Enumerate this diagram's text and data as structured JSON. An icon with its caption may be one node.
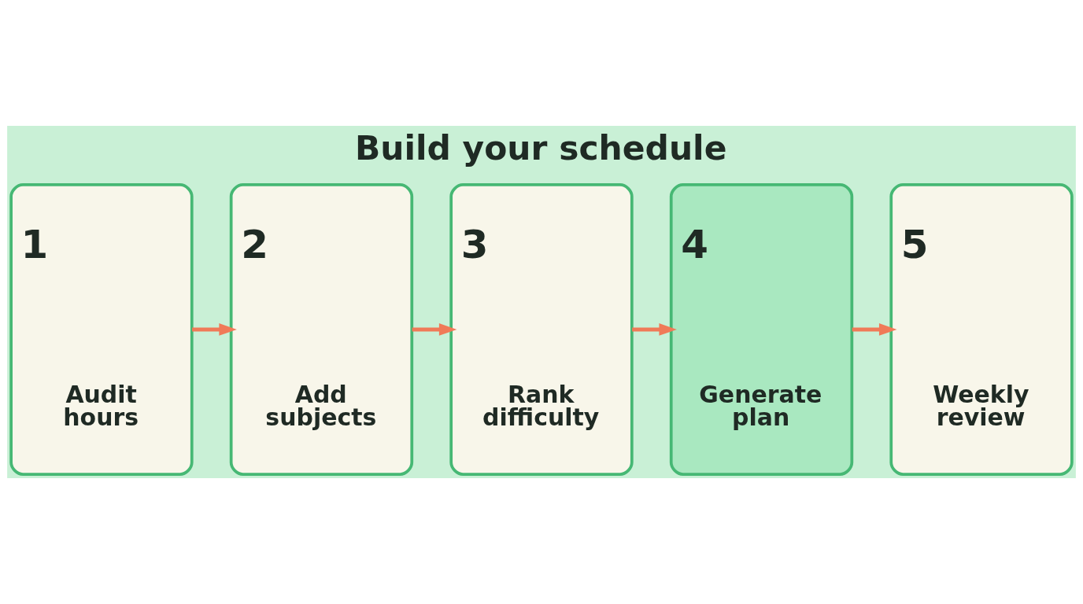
{
  "diagram": {
    "title": "Build your schedule",
    "nodes": [
      {
        "text": [
          "1",
          "Audit hours"
        ]
      },
      {
        "text": [
          "2",
          "Add subjects"
        ]
      },
      {
        "text": [
          "3",
          "Rank difficulty"
        ]
      },
      {
        "text": [
          "4",
          "Generate plan"
        ]
      },
      {
        "text": [
          "5",
          "Weekly review"
        ]
      }
    ],
    "edges": [
      {
        "from": 0,
        "to": 1,
        "arrow": "to"
      },
      {
        "from": 1,
        "to": 2,
        "arrow": "to"
      },
      {
        "from": 2,
        "to": 3,
        "arrow": "to"
      },
      {
        "from": 3,
        "to": 4,
        "arrow": "to"
      }
    ]
  }
}
